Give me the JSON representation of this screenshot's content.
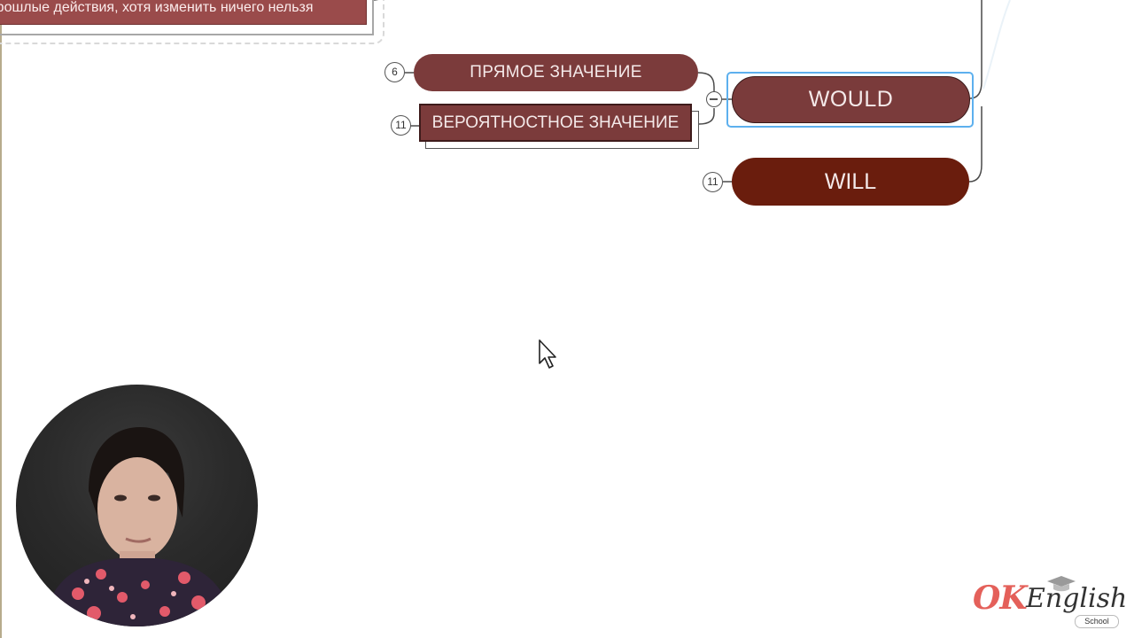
{
  "mindmap": {
    "top_topic": "прошлые действия, хотя изменить ничего нельзя",
    "nodes": {
      "pryamoe": {
        "label": "ПРЯМОЕ ЗНАЧЕНИЕ",
        "badge": "6"
      },
      "veroyatnostnoe": {
        "label": "ВЕРОЯТНОСТНОЕ ЗНАЧЕНИЕ",
        "badge": "11"
      },
      "would": {
        "label": "WOULD",
        "selected": true
      },
      "will": {
        "label": "WILL",
        "badge": "11"
      }
    },
    "colors": {
      "node_bg": "#7b3b3b",
      "will_bg": "#6a1d0d",
      "selection": "#5db0ee"
    }
  },
  "cursor": {
    "icon": "arrow-cursor-icon"
  },
  "logo": {
    "ok": "OK",
    "english": "English",
    "school": "School"
  },
  "webcam": {
    "icon": "presenter-webcam"
  }
}
